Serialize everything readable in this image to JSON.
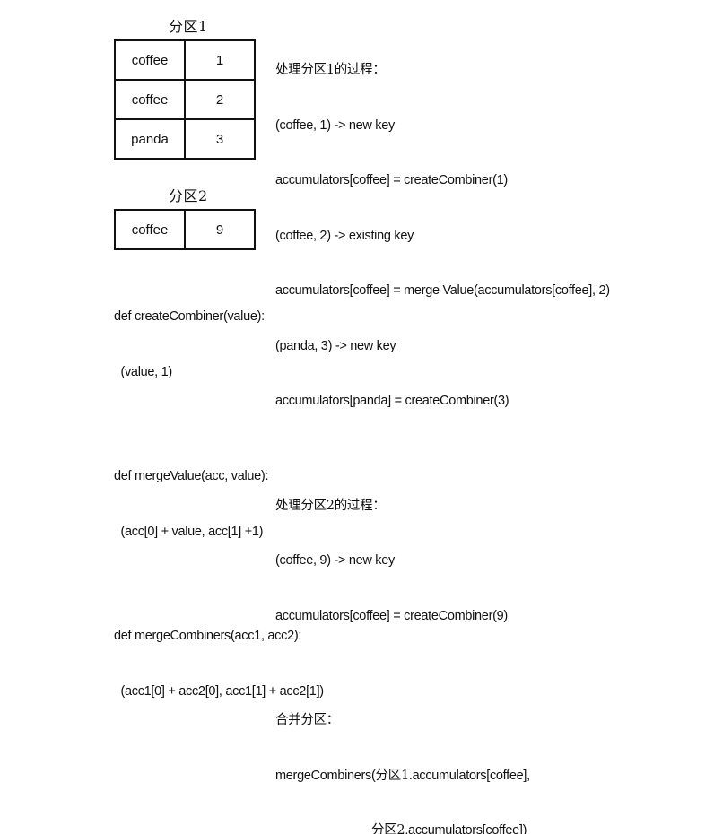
{
  "partition1": {
    "title": "分区1",
    "rows": [
      {
        "key": "coffee",
        "value": "1"
      },
      {
        "key": "coffee",
        "value": "2"
      },
      {
        "key": "panda",
        "value": "3"
      }
    ]
  },
  "partition2": {
    "title": "分区2",
    "rows": [
      {
        "key": "coffee",
        "value": "9"
      }
    ]
  },
  "process1": {
    "heading": "处理分区1的过程：",
    "lines": [
      "(coffee, 1) -> new key",
      "accumulators[coffee] = createCombiner(1)",
      "(coffee, 2) -> existing key",
      "accumulators[coffee] = merge Value(accumulators[coffee], 2)",
      "(panda, 3) -> new key",
      "accumulators[panda] = createCombiner(3)"
    ]
  },
  "process2": {
    "heading": "处理分区2的过程：",
    "lines": [
      "(coffee, 9) -> new key",
      "accumulators[coffee] = createCombiner(9)"
    ]
  },
  "merge": {
    "heading": "合并分区：",
    "line1_prefix": "mergeCombiners(",
    "line1_part": "分区1",
    "line1_suffix": ".accumulators[coffee],",
    "line2_part": "分区2",
    "line2_suffix": ".accumulators[coffee])"
  },
  "code": {
    "create_def": "def createCombiner(value):",
    "create_body": "  (value, 1)",
    "mergevalue_def": "def mergeValue(acc, value):",
    "mergevalue_body": "  (acc[0] + value, acc[1] +1)",
    "mergecomb_def": "def mergeCombiners(acc1, acc2):",
    "mergecomb_body": "  (acc1[0] + acc2[0], acc1[1] + acc2[1])"
  }
}
